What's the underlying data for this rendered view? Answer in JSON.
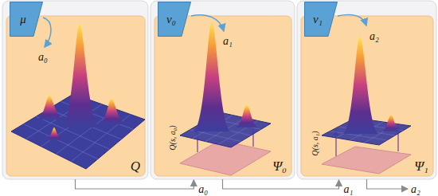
{
  "diagram": {
    "nodes": [
      {
        "text": [
          "Q"
        ]
      },
      {
        "text": [
          "μ"
        ],
        "in": 0
      },
      {
        "text": [
          "Ψ₀"
        ]
      },
      {
        "text": [
          "ν₀"
        ],
        "in": 2
      },
      {
        "text": [
          "Ψ₁"
        ]
      },
      {
        "text": [
          "ν₁"
        ],
        "in": 4
      }
    ],
    "edges": [
      {
        "from": 0,
        "to": 2,
        "arrow": "to",
        "label": "a₀"
      },
      {
        "from": 2,
        "to": 4,
        "arrow": "to",
        "label": "a₁"
      }
    ],
    "labels": [
      "a₀",
      "a₁",
      "a₂",
      "Q(s, a₀)",
      "Q(s, a₁)",
      "a₂"
    ]
  }
}
